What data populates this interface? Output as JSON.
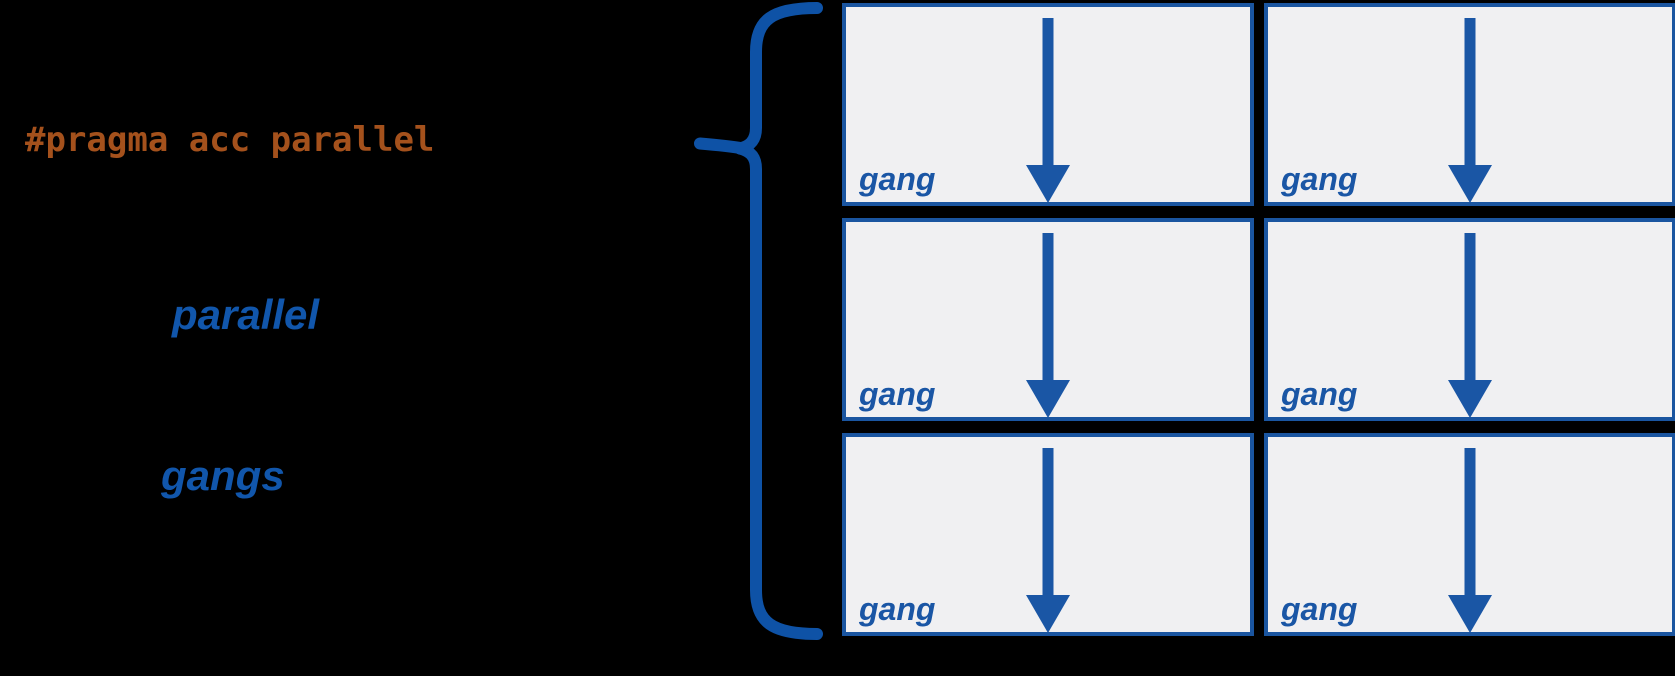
{
  "code": {
    "pragma": "#pragma acc parallel"
  },
  "labels": {
    "construct": "parallel",
    "gangs": "gangs"
  },
  "grid": {
    "rows": 3,
    "cols": 2,
    "cell_label": "gang"
  },
  "icons": {
    "brace": "left-curly-brace",
    "arrow": "down-arrow"
  },
  "colors": {
    "background": "#000000",
    "code_orange": "#a4511c",
    "label_blue": "#1156ab",
    "accent_blue": "#1a56a5",
    "box_fill": "#f0f0f2",
    "box_border": "#1a55a0",
    "brace_blue": "#0e52a6"
  }
}
